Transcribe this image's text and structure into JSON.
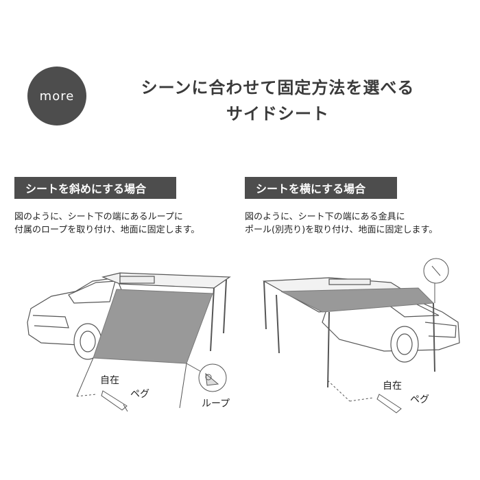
{
  "badge": {
    "label": "more"
  },
  "headline": {
    "line1": "シーンに合わせて固定方法を選べる",
    "line2": "サイドシート"
  },
  "sections": [
    {
      "title": "シートを斜めにする場合",
      "desc_line1": "図のように、シート下の端にあるループに",
      "desc_line2": "付属のロープを取り付け、地面に固定します。",
      "labels": {
        "jizai": "自在",
        "peg": "ペグ",
        "loop": "ループ"
      }
    },
    {
      "title": "シートを横にする場合",
      "desc_line1": "図のように、シート下の端にある金具に",
      "desc_line2": "ポール(別売り)を取り付け、地面に固定します。",
      "labels": {
        "jizai": "自在",
        "peg": "ペグ"
      }
    }
  ],
  "colors": {
    "dark_gray": "#4d4d4d",
    "sheet_gray": "#999999",
    "awning_light": "#f2f2f2"
  }
}
